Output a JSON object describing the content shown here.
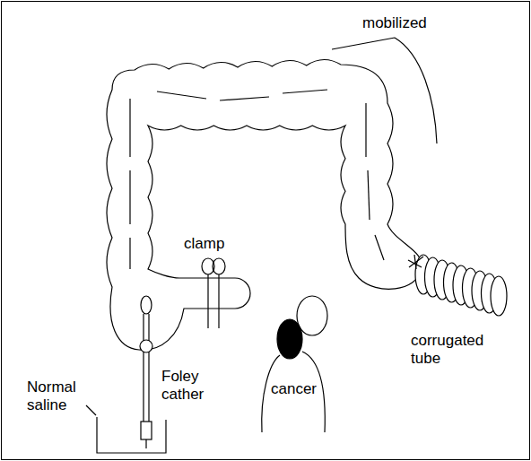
{
  "diagram": {
    "labels": [
      "mobilized",
      "clamp",
      "Normal saline",
      "Foley cather",
      "cancer",
      "corrugated tube"
    ]
  }
}
